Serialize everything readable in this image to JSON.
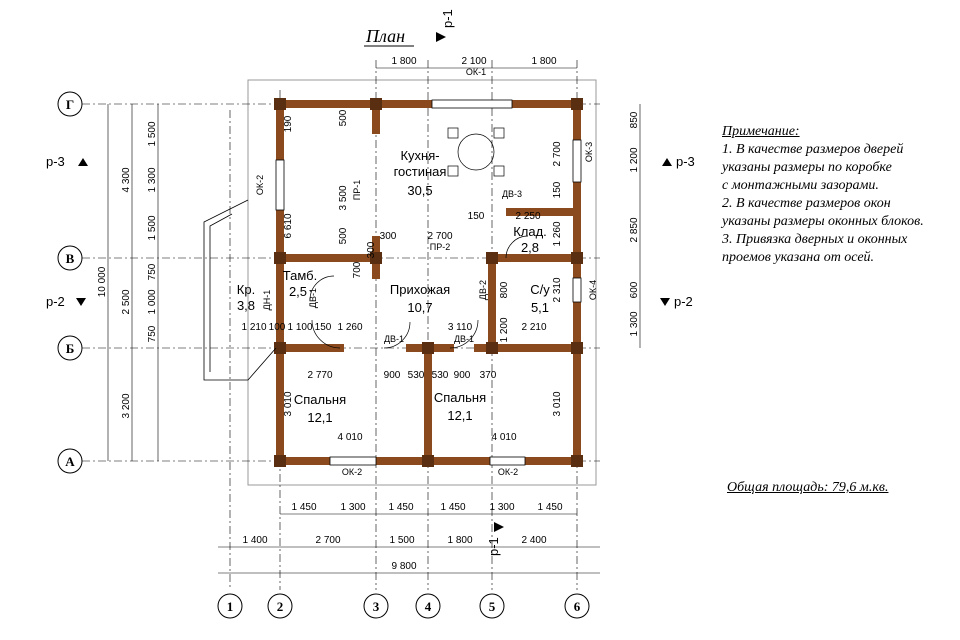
{
  "title": "План",
  "axes_letters": [
    "Г",
    "В",
    "Б",
    "А"
  ],
  "axes_numbers": [
    "1",
    "2",
    "3",
    "4",
    "5",
    "6"
  ],
  "sections": {
    "p1": "р-1",
    "p2": "р-2",
    "p3": "р-3"
  },
  "rooms": {
    "kitchen_name_1": "Кухня-",
    "kitchen_name_2": "гостиная",
    "kitchen_area": "30,5",
    "hall_name": "Прихожая",
    "hall_area": "10,7",
    "storage_name": "Клад.",
    "storage_area": "2,8",
    "wc_name": "С/у",
    "wc_area": "5,1",
    "tambour_name": "Тамб.",
    "tambour_area": "2,5",
    "porch_name": "Кр.",
    "porch_area": "3,8",
    "bed1_name": "Спальня",
    "bed1_area": "12,1",
    "bed2_name": "Спальня",
    "bed2_area": "12,1"
  },
  "tags": {
    "ok1": "ОК-1",
    "ok2": "ОК-2",
    "ok3": "ОК-3",
    "ok4": "ОК-4",
    "pr1": "ПР-1",
    "pr2": "ПР-2",
    "dv1": "ДВ-1",
    "dv2": "ДВ-2",
    "dv3": "ДВ-3",
    "dn1": "ДН-1"
  },
  "dims": {
    "top_1800a": "1 800",
    "top_2100": "2 100",
    "top_1800b": "1 800",
    "bot_1450a": "1 450",
    "bot_1300a": "1 300",
    "bot_1450b": "1 450",
    "bot_1450c": "1 450",
    "bot_1300b": "1 300",
    "bot_1450d": "1 450",
    "axis_1400": "1 400",
    "axis_2700": "2 700",
    "axis_1500": "1 500",
    "axis_1800": "1 800",
    "axis_2400": "2 400",
    "overall_9800": "9 800",
    "left_1500a": "1 500",
    "left_1300": "1 300",
    "left_1500b": "1 500",
    "left_750a": "750",
    "left_1000": "1 000",
    "left_750b": "750",
    "left_4300": "4 300",
    "left_2500": "2 500",
    "left_3200": "3 200",
    "left_10000": "10 000",
    "right_850": "850",
    "right_1200": "1 200",
    "right_2850": "2 850",
    "right_600": "600",
    "right_1300": "1 300",
    "in_190": "190",
    "in_500a": "500",
    "in_500b": "500",
    "in_6610": "6 610",
    "in_3500": "3 500",
    "in_300a": "300",
    "in_300b": "300",
    "in_2700": "2 700",
    "in_700": "700",
    "in_150a": "150",
    "in_150b": "150",
    "in_2250": "2 250",
    "in_1260a": "1 260",
    "in_2700v": "2 700",
    "in_800": "800",
    "in_2310": "2 310",
    "in_1200": "1 200",
    "in_2210": "2 210",
    "in_1210": "1 210",
    "in_100": "100",
    "in_1100": "1 100",
    "in_150c": "150",
    "in_1260b": "1 260",
    "in_3110": "3 110",
    "in_2770": "2 770",
    "in_900a": "900",
    "in_530a": "530",
    "in_530b": "530",
    "in_900b": "900",
    "in_370": "370",
    "in_3010a": "3 010",
    "in_3010b": "3 010",
    "in_4010a": "4 010",
    "in_4010b": "4 010"
  },
  "notes": {
    "title": "Примечание:",
    "lines": [
      "1. В качестве размеров дверей",
      "указаны размеры по коробке",
      "с монтажными зазорами.",
      "2. В качестве размеров окон",
      "указаны размеры оконных блоков.",
      "3. Привязка дверных и оконных",
      "проемов указана от осей."
    ]
  },
  "total_area": "Общая площадь: 79,6 м.кв.",
  "colors": {
    "wall": "#8a4a1e",
    "line": "#000000",
    "outline": "#888888"
  }
}
